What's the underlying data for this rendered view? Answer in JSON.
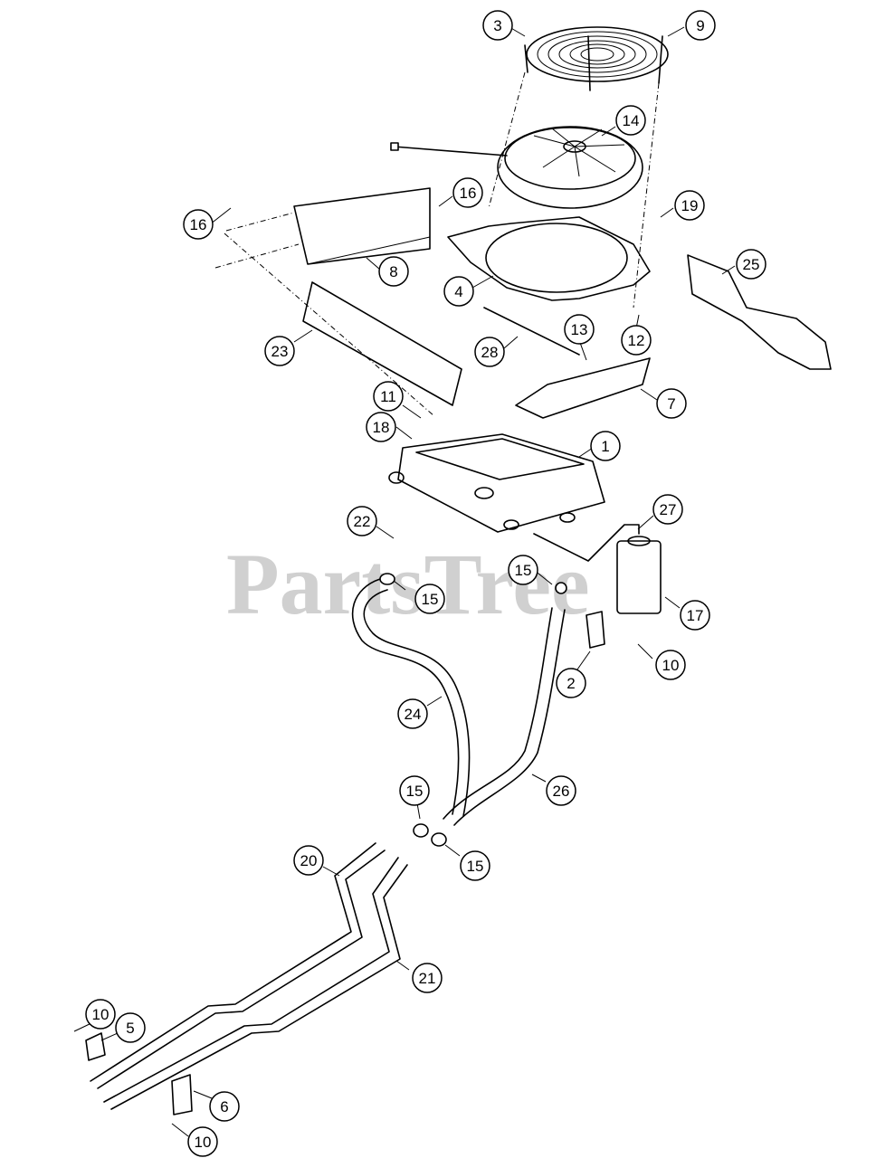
{
  "watermark": "PartsTree",
  "callouts": [
    "3",
    "9",
    "14",
    "16",
    "16",
    "19",
    "25",
    "8",
    "4",
    "12",
    "28",
    "13",
    "23",
    "7",
    "11",
    "18",
    "1",
    "27",
    "22",
    "15",
    "15",
    "17",
    "10",
    "2",
    "24",
    "26",
    "15",
    "15",
    "20",
    "21",
    "10",
    "5",
    "6",
    "10"
  ]
}
